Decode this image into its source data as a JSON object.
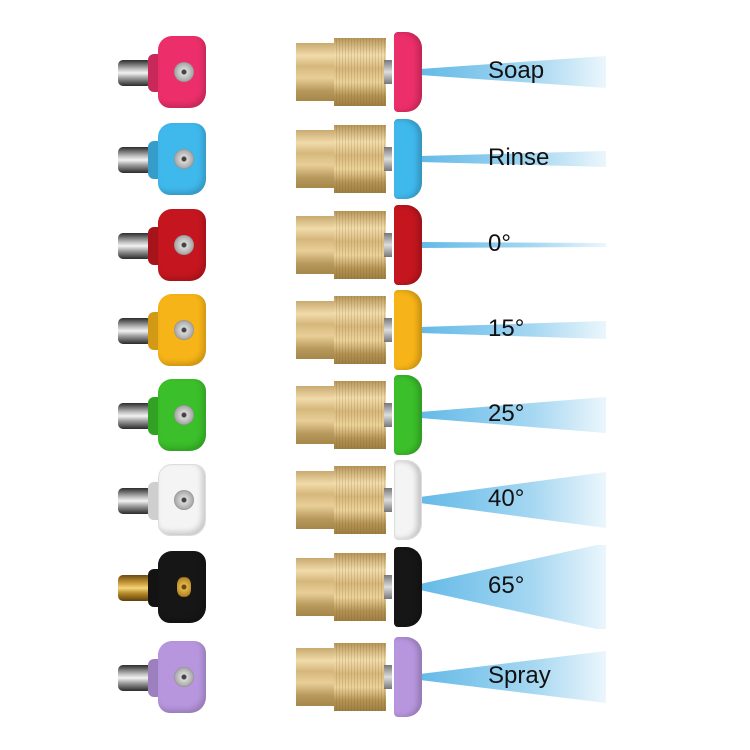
{
  "image": {
    "description": "Pressure washer quick-connect nozzle tips set with brass couplers and spray patterns",
    "background": "#ffffff",
    "spray_color": "#5bb6e6"
  },
  "nozzles": [
    {
      "label": "Soap",
      "color": "#ec2f6a",
      "plug": "steel",
      "spray_half_height": 16
    },
    {
      "label": "Rinse",
      "color": "#3fb8ec",
      "plug": "steel",
      "spray_half_height": 8
    },
    {
      "label": "0°",
      "color": "#c5161f",
      "plug": "steel",
      "spray_half_height": 2
    },
    {
      "label": "15°",
      "color": "#f7b418",
      "plug": "steel",
      "spray_half_height": 9
    },
    {
      "label": "25°",
      "color": "#3bbf2a",
      "plug": "steel",
      "spray_half_height": 18
    },
    {
      "label": "40°",
      "color": "#f4f4f4",
      "plug": "steel",
      "spray_half_height": 28
    },
    {
      "label": "65°",
      "color": "#161616",
      "plug": "brass",
      "spray_half_height": 44
    },
    {
      "label": "Spray",
      "color": "#b796de",
      "plug": "steel",
      "spray_half_height": 26
    }
  ]
}
